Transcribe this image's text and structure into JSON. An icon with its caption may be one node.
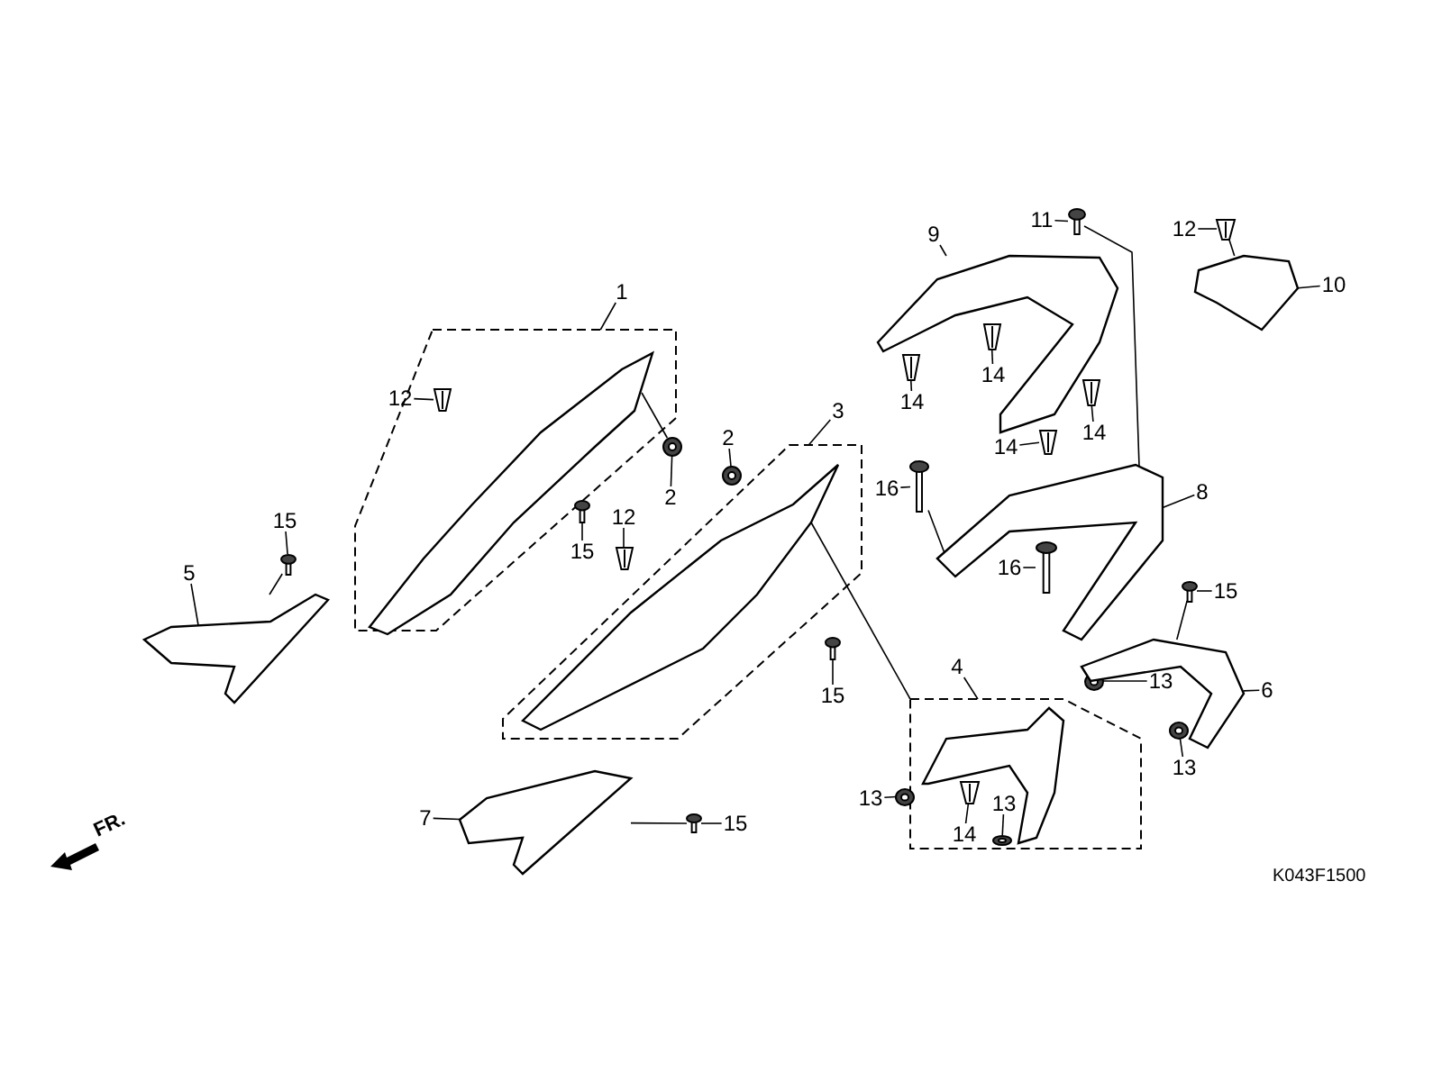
{
  "diagram": {
    "nodes": [
      {
        "text": [
          "1"
        ]
      },
      {
        "text": [],
        "shape": "box"
      },
      {
        "text": [],
        "shape": "picture",
        "in": 1
      },
      {
        "text": [
          "12"
        ],
        "in": 1
      },
      {
        "text": [],
        "shape": "picture",
        "in": 1
      },
      {
        "text": [
          "2"
        ]
      },
      {
        "text": [],
        "shape": "picture"
      },
      {
        "text": [
          "15"
        ],
        "in": 1
      },
      {
        "text": [],
        "shape": "picture",
        "in": 1
      },
      {
        "text": [
          "12"
        ]
      },
      {
        "text": [],
        "shape": "picture"
      },
      {
        "text": [
          "2"
        ]
      },
      {
        "text": [],
        "shape": "picture"
      },
      {
        "text": [
          "3"
        ]
      },
      {
        "text": [],
        "shape": "box"
      },
      {
        "text": [],
        "shape": "picture",
        "in": 14
      },
      {
        "text": [
          "15"
        ],
        "in": 14
      },
      {
        "text": [],
        "shape": "picture",
        "in": 14
      },
      {
        "text": [
          "15"
        ]
      },
      {
        "text": [],
        "shape": "picture"
      },
      {
        "text": [
          "5"
        ]
      },
      {
        "text": [],
        "shape": "picture"
      },
      {
        "text": [
          "7"
        ]
      },
      {
        "text": [],
        "shape": "picture"
      },
      {
        "text": [
          "15"
        ]
      },
      {
        "text": [],
        "shape": "picture"
      },
      {
        "text": [
          "4"
        ]
      },
      {
        "text": [],
        "shape": "box"
      },
      {
        "text": [],
        "shape": "picture",
        "in": 27
      },
      {
        "text": [
          "13"
        ]
      },
      {
        "text": [],
        "shape": "picture"
      },
      {
        "text": [
          "14"
        ],
        "in": 27
      },
      {
        "text": [],
        "shape": "picture",
        "in": 27
      },
      {
        "text": [
          "13"
        ],
        "in": 27
      },
      {
        "text": [],
        "shape": "picture",
        "in": 27
      },
      {
        "text": [
          "13"
        ]
      },
      {
        "text": [],
        "shape": "picture"
      },
      {
        "text": [
          "6"
        ]
      },
      {
        "text": [],
        "shape": "picture"
      },
      {
        "text": [
          "13"
        ]
      },
      {
        "text": [],
        "shape": "picture"
      },
      {
        "text": [
          "15"
        ]
      },
      {
        "text": [],
        "shape": "picture"
      },
      {
        "text": [
          "16"
        ]
      },
      {
        "text": [],
        "shape": "picture"
      },
      {
        "text": [
          "16"
        ]
      },
      {
        "text": [],
        "shape": "picture"
      },
      {
        "text": [
          "8"
        ]
      },
      {
        "text": [],
        "shape": "picture"
      },
      {
        "text": [
          "11"
        ]
      },
      {
        "text": [],
        "shape": "picture"
      },
      {
        "text": [
          "12"
        ]
      },
      {
        "text": [],
        "shape": "picture"
      },
      {
        "text": [
          "10"
        ]
      },
      {
        "text": [],
        "shape": "picture"
      },
      {
        "text": [
          "9"
        ]
      },
      {
        "text": [],
        "shape": "picture"
      },
      {
        "text": [
          "14"
        ]
      },
      {
        "text": [],
        "shape": "picture"
      },
      {
        "text": [
          "14"
        ]
      },
      {
        "text": [],
        "shape": "picture"
      },
      {
        "text": [
          "14"
        ]
      },
      {
        "text": [],
        "shape": "picture"
      },
      {
        "text": [
          "14"
        ]
      },
      {
        "text": [],
        "shape": "picture"
      }
    ],
    "edges": [
      {
        "from": 0,
        "to": 1,
        "arrow": "none"
      },
      {
        "from": 3,
        "to": 4,
        "arrow": "none"
      },
      {
        "from": 5,
        "to": 6,
        "arrow": "none"
      },
      {
        "from": 7,
        "to": 8,
        "arrow": "none"
      },
      {
        "from": 9,
        "to": 10,
        "arrow": "none"
      },
      {
        "from": 11,
        "to": 12,
        "arrow": "none"
      },
      {
        "from": 13,
        "to": 14,
        "arrow": "none"
      },
      {
        "from": 16,
        "to": 17,
        "arrow": "none"
      },
      {
        "from": 18,
        "to": 19,
        "arrow": "none"
      },
      {
        "from": 20,
        "to": 21,
        "arrow": "none"
      },
      {
        "from": 22,
        "to": 23,
        "arrow": "none"
      },
      {
        "from": 24,
        "to": 25,
        "arrow": "none"
      },
      {
        "from": 26,
        "to": 27,
        "arrow": "none"
      },
      {
        "from": 29,
        "to": 30,
        "arrow": "none"
      },
      {
        "from": 31,
        "to": 32,
        "arrow": "none"
      },
      {
        "from": 33,
        "to": 34,
        "arrow": "none"
      },
      {
        "from": 35,
        "to": 36,
        "arrow": "none"
      },
      {
        "from": 37,
        "to": 38,
        "arrow": "none"
      },
      {
        "from": 39,
        "to": 40,
        "arrow": "none"
      },
      {
        "from": 41,
        "to": 42,
        "arrow": "none"
      },
      {
        "from": 43,
        "to": 44,
        "arrow": "none"
      },
      {
        "from": 45,
        "to": 46,
        "arrow": "none"
      },
      {
        "from": 47,
        "to": 48,
        "arrow": "none"
      },
      {
        "from": 49,
        "to": 50,
        "arrow": "none"
      },
      {
        "from": 51,
        "to": 52,
        "arrow": "none"
      },
      {
        "from": 53,
        "to": 54,
        "arrow": "none"
      },
      {
        "from": 55,
        "to": 56,
        "arrow": "none"
      },
      {
        "from": 57,
        "to": 58,
        "arrow": "none"
      },
      {
        "from": 59,
        "to": 60,
        "arrow": "none"
      },
      {
        "from": 61,
        "to": 62,
        "arrow": "none"
      },
      {
        "from": 63,
        "to": 64,
        "arrow": "none"
      },
      {
        "from": 6,
        "to": 2,
        "arrow": "none"
      },
      {
        "from": 19,
        "to": 21,
        "arrow": "none"
      },
      {
        "from": 25,
        "to": 23,
        "arrow": "none"
      },
      {
        "from": 42,
        "to": 38,
        "arrow": "none"
      },
      {
        "from": 44,
        "to": 48,
        "arrow": "none"
      },
      {
        "from": 50,
        "to": 48,
        "arrow": "none"
      },
      {
        "from": 52,
        "to": 54,
        "arrow": "none"
      },
      {
        "from": 15,
        "to": 27,
        "arrow": "none"
      }
    ],
    "labels": [
      "FR.",
      "K043F1500"
    ]
  }
}
